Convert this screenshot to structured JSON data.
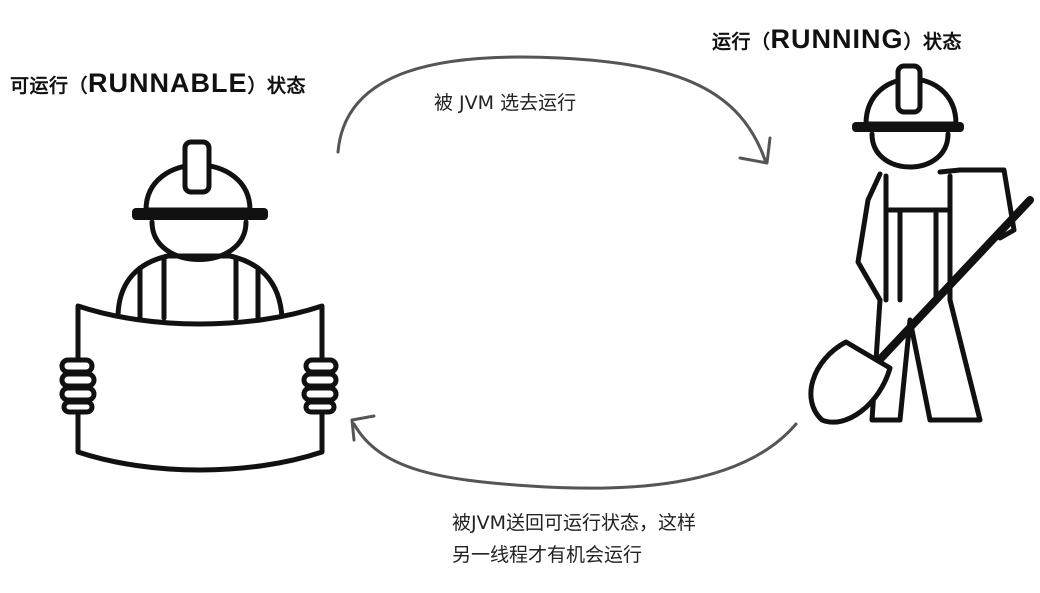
{
  "states": {
    "runnable": {
      "prefix": "可运行（",
      "name": "RUNNABLE",
      "suffix": "）状态"
    },
    "running": {
      "prefix": "运行（",
      "name": "RUNNING",
      "suffix": "）状态"
    }
  },
  "transitions": {
    "to_running": "被 JVM 选去运行",
    "back_line1": "被JVM送回可运行状态，这样",
    "back_line2": "另一线程才有机会运行"
  },
  "figures": {
    "left": "worker-reading-plan-icon",
    "right": "worker-with-shovel-icon"
  },
  "colors": {
    "ink": "#111111",
    "arrow": "#555555"
  }
}
